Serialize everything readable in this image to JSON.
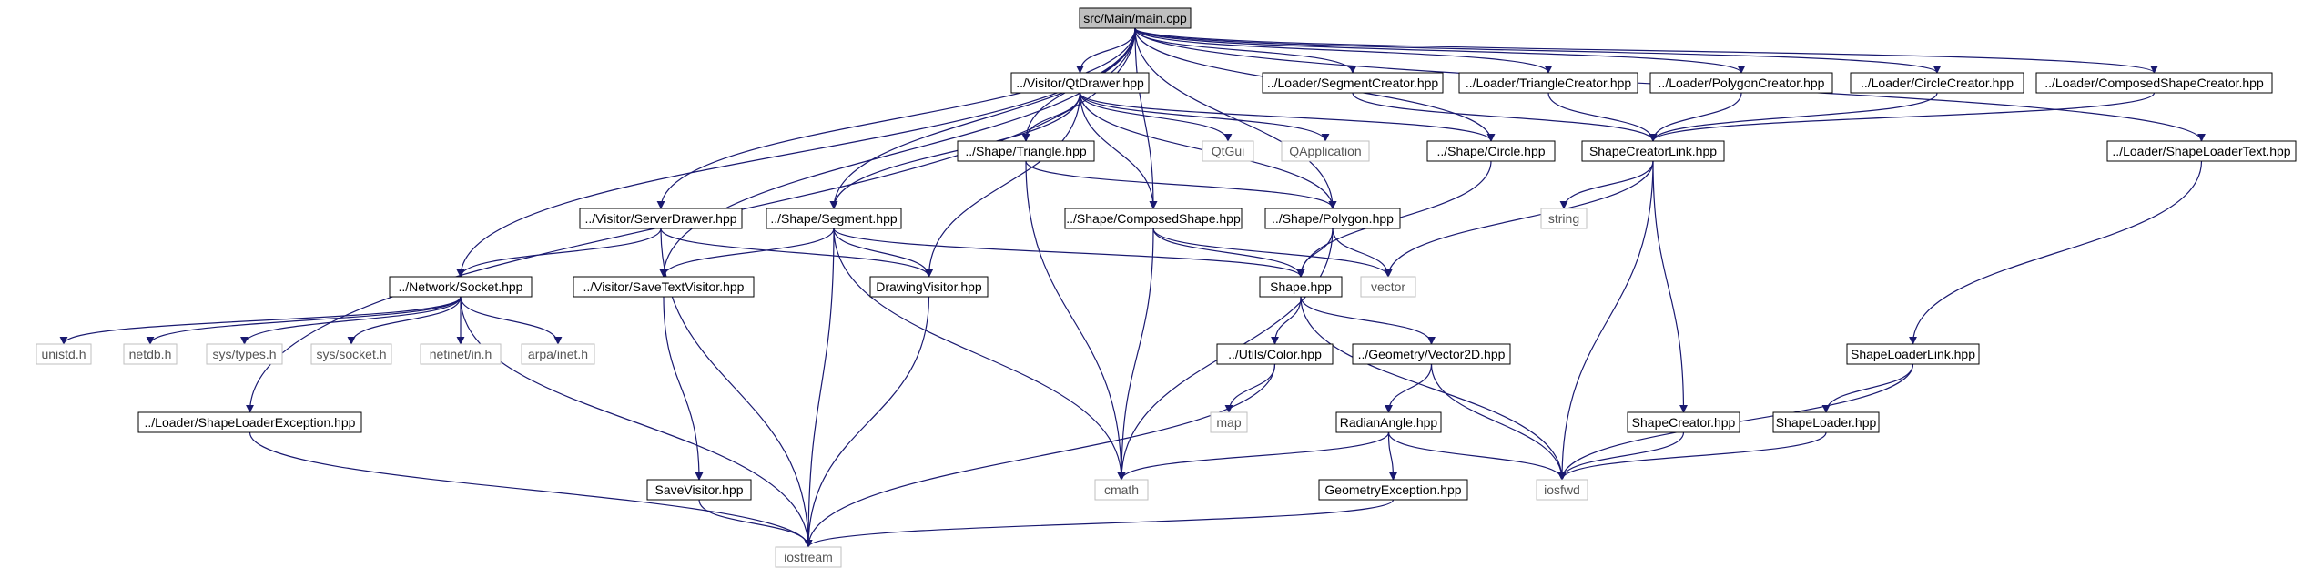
{
  "title": "",
  "colors": {
    "edge": "#191970",
    "root_fill": "#bfbfbf",
    "node_border": "#000000",
    "system_border": "#bfbfbf"
  },
  "nodes": {
    "main": "src/Main/main.cpp",
    "qtdrawer": "../Visitor/QtDrawer.hpp",
    "segcreator": "../Loader/SegmentCreator.hpp",
    "tricreator": "../Loader/TriangleCreator.hpp",
    "polycreator": "../Loader/PolygonCreator.hpp",
    "circcreator": "../Loader/CircleCreator.hpp",
    "compcreator": "../Loader/ComposedShapeCreator.hpp",
    "triangle": "../Shape/Triangle.hpp",
    "qtgui": "QtGui",
    "qapp": "QApplication",
    "circle": "../Shape/Circle.hpp",
    "creatorlink": "ShapeCreatorLink.hpp",
    "loadertext": "../Loader/ShapeLoaderText.hpp",
    "serverdrawer": "../Visitor/ServerDrawer.hpp",
    "segment": "../Shape/Segment.hpp",
    "composed": "../Shape/ComposedShape.hpp",
    "polygon": "../Shape/Polygon.hpp",
    "string": "string",
    "socket": "../Network/Socket.hpp",
    "savetext": "../Visitor/SaveTextVisitor.hpp",
    "drawingvisitor": "DrawingVisitor.hpp",
    "shape": "Shape.hpp",
    "vector": "vector",
    "unistd": "unistd.h",
    "netdb": "netdb.h",
    "systypes": "sys/types.h",
    "syssocket": "sys/socket.h",
    "netinet": "netinet/in.h",
    "arpainet": "arpa/inet.h",
    "color": "../Utils/Color.hpp",
    "vector2d": "../Geometry/Vector2D.hpp",
    "loaderlink": "ShapeLoaderLink.hpp",
    "map": "map",
    "loaderexc": "../Loader/ShapeLoaderException.hpp",
    "radian": "RadianAngle.hpp",
    "shapecreator": "ShapeCreator.hpp",
    "shapeloader": "ShapeLoader.hpp",
    "savevisitor": "SaveVisitor.hpp",
    "cmath": "cmath",
    "geomexc": "GeometryException.hpp",
    "iosfwd": "iosfwd",
    "iostream": "iostream"
  }
}
